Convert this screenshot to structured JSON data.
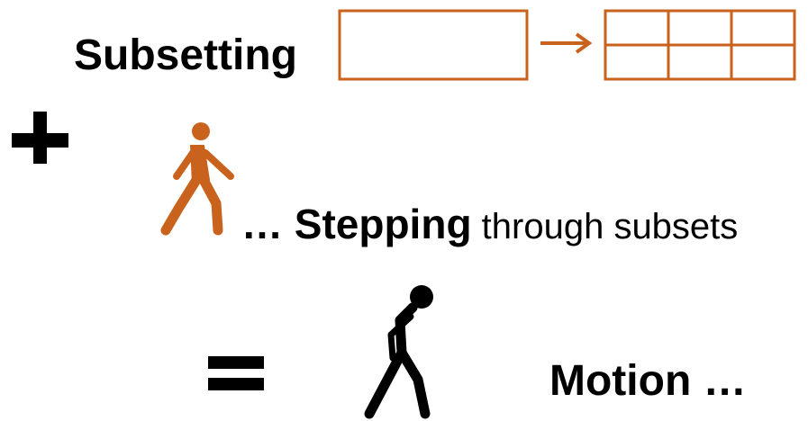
{
  "colors": {
    "accent": "#c8621c",
    "text": "#000000",
    "background": "#ffffff"
  },
  "subsetting": {
    "label": "Subsetting"
  },
  "stepping": {
    "ellipsis": "… ",
    "label": "Stepping",
    "suffix": " through subsets"
  },
  "motion": {
    "label": "Motion …"
  },
  "icons": {
    "plus": "plus-icon",
    "equals": "equals-icon",
    "walker_orange": "walking-person-icon",
    "walker_black": "stick-figure-walking-icon"
  }
}
